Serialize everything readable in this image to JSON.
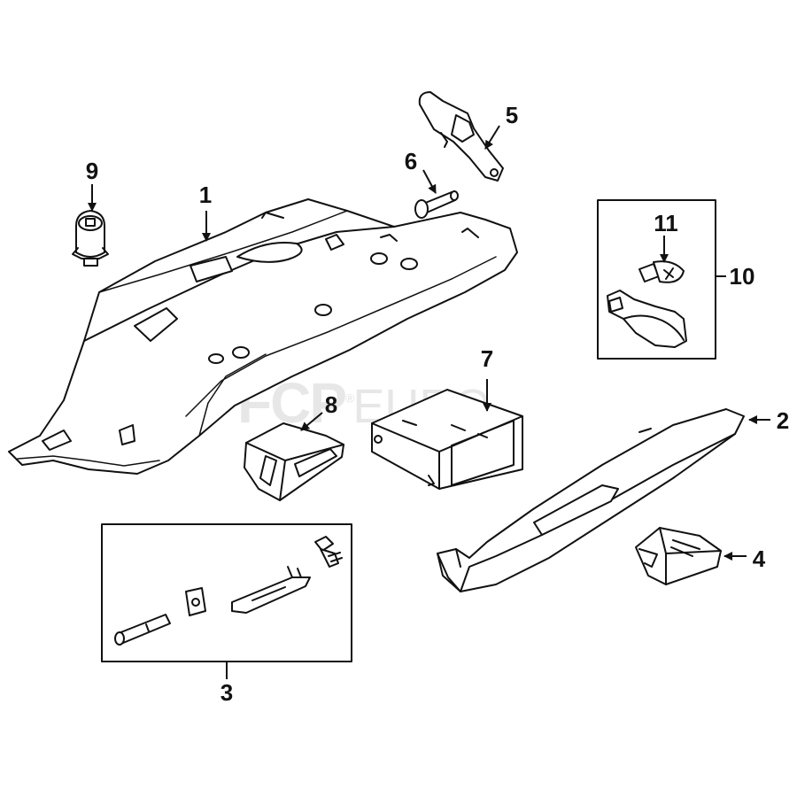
{
  "diagram": {
    "callouts": [
      {
        "id": "1",
        "label": "1"
      },
      {
        "id": "2",
        "label": "2"
      },
      {
        "id": "3",
        "label": "3"
      },
      {
        "id": "4",
        "label": "4"
      },
      {
        "id": "5",
        "label": "5"
      },
      {
        "id": "6",
        "label": "6"
      },
      {
        "id": "7",
        "label": "7"
      },
      {
        "id": "8",
        "label": "8"
      },
      {
        "id": "9",
        "label": "9"
      },
      {
        "id": "10",
        "label": "10"
      },
      {
        "id": "11",
        "label": "11"
      }
    ],
    "watermark": {
      "brand_a": "FCP",
      "brand_b": "EURO",
      "mark": "®"
    },
    "colors": {
      "line": "#111111",
      "fill": "#ffffff"
    }
  }
}
